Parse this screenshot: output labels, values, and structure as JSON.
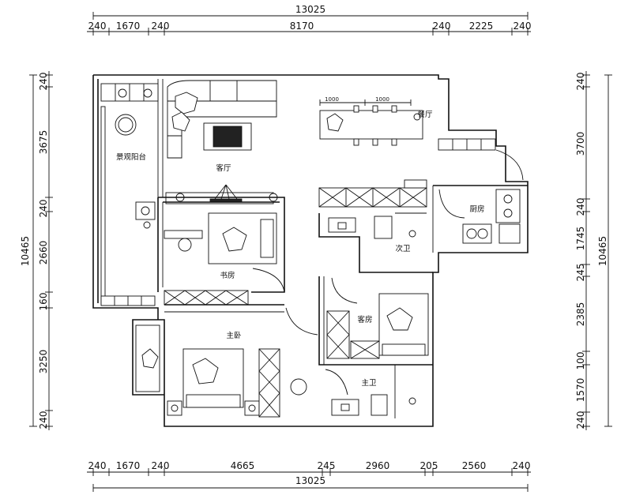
{
  "dimensions": {
    "top_total": "13025",
    "top_segments": [
      "240",
      "1670",
      "240",
      "8170",
      "240",
      "2225",
      "240"
    ],
    "bottom_segments": [
      "240",
      "1670",
      "240",
      "4665",
      "245",
      "2960",
      "205",
      "2560",
      "240"
    ],
    "bottom_total": "13025",
    "left_total": "10465",
    "left_segments": [
      "240",
      "3675",
      "240",
      "2660",
      "160",
      "3250",
      "240"
    ],
    "right_total": "10465",
    "right_segments": [
      "240",
      "3700",
      "240",
      "1745",
      "245",
      "2385",
      "100",
      "1570",
      "240"
    ],
    "table_dims": [
      "1000",
      "1000"
    ]
  },
  "rooms": {
    "balcony": "景观阳台",
    "living": "客厅",
    "dining": "餐厅",
    "kitchen": "厨房",
    "study": "书房",
    "second_bath": "次卫",
    "guest": "客房",
    "master": "主卧",
    "master_bath": "主卫"
  }
}
